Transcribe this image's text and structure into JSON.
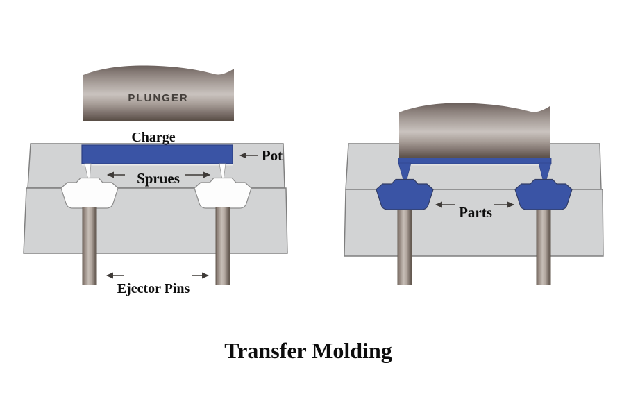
{
  "title": "Transfer Molding",
  "colors": {
    "charge_blue": "#3a54a5",
    "charge_outline": "#2c3f82",
    "mold_gray": "#d2d3d4",
    "cavity_white": "#fdfdfd",
    "outline_gray": "#7e7e7e",
    "label_black": "#0d0d0d"
  },
  "left_diagram": {
    "plunger_label": "PLUNGER",
    "charge_label": "Charge",
    "pot_label": "Pot",
    "sprues_label": "Sprues",
    "ejector_pins_label": "Ejector Pins"
  },
  "right_diagram": {
    "parts_label": "Parts"
  }
}
